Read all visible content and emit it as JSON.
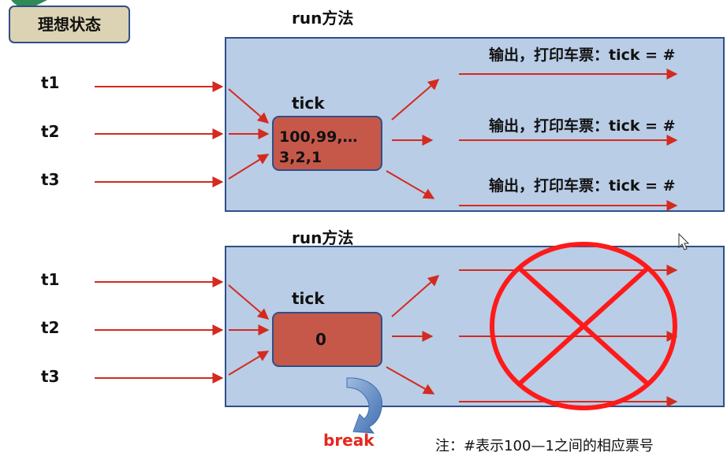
{
  "badge": {
    "label": "理想状态"
  },
  "top_section": {
    "method_label": "run方法",
    "threads": [
      "t1",
      "t2",
      "t3"
    ],
    "var_label": "tick",
    "value_line1": "100,99,…",
    "value_line2": "3,2,1",
    "outputs": [
      "输出，打印车票：tick = #",
      "输出，打印车票：tick = #",
      "输出，打印车票：tick = #"
    ]
  },
  "bottom_section": {
    "method_label": "run方法",
    "threads": [
      "t1",
      "t2",
      "t3"
    ],
    "var_label": "tick",
    "value": "0",
    "break_label": "break"
  },
  "footnote": "注：#表示100—1之间的相应票号",
  "colors": {
    "panel_fill": "#b9cde6",
    "panel_border": "#2f4f86",
    "arrow": "#d42a1f",
    "box_fill": "#c6584a",
    "box_border": "#2f4f86",
    "badge_fill": "#dcd3b4",
    "break_text": "#e5261b",
    "prohibit": "#ff1a1a",
    "curved_arrow": "#5b86c2"
  }
}
